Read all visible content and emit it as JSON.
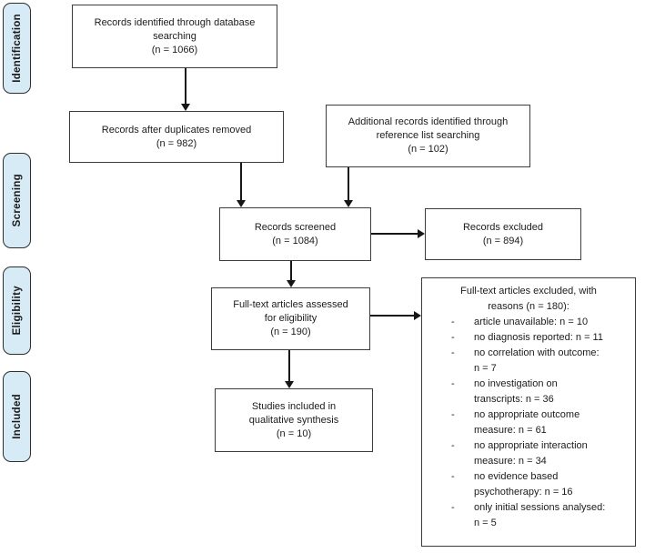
{
  "stages": [
    {
      "label": "Identification"
    },
    {
      "label": "Screening"
    },
    {
      "label": "Eligibility"
    },
    {
      "label": "Included"
    }
  ],
  "boxes": {
    "records_identified": {
      "lines": [
        "Records identified through database",
        "searching",
        "(n = 1066)"
      ]
    },
    "duplicates_removed": {
      "lines": [
        "Records after duplicates removed",
        "(n = 982)"
      ]
    },
    "additional_records": {
      "lines": [
        "Additional records identified through",
        "reference list searching",
        "(n = 102)"
      ]
    },
    "records_screened": {
      "lines": [
        "Records screened",
        "(n = 1084)"
      ]
    },
    "records_excluded": {
      "lines": [
        "Records excluded",
        "(n = 894)"
      ]
    },
    "fulltext_assessed": {
      "lines": [
        "Full-text articles assessed",
        "for eligibility",
        "(n = 190)"
      ]
    },
    "studies_included": {
      "lines": [
        "Studies included in",
        "qualitative synthesis",
        "(n = 10)"
      ]
    },
    "fulltext_excluded": {
      "title_lines": [
        "Full-text articles excluded, with",
        "reasons (n = 180):"
      ],
      "bullet": "-",
      "items": [
        {
          "lines": [
            "article unavailable: n = 10",
            ""
          ]
        },
        {
          "lines": [
            "no diagnosis reported: n = 11",
            ""
          ]
        },
        {
          "lines": [
            "no correlation with outcome:",
            "n = 7"
          ]
        },
        {
          "lines": [
            "no investigation on",
            "transcripts: n = 36"
          ]
        },
        {
          "lines": [
            "no appropriate outcome",
            "measure: n = 61"
          ]
        },
        {
          "lines": [
            "no appropriate interaction",
            "measure: n = 34"
          ]
        },
        {
          "lines": [
            "no evidence based",
            "psychotherapy: n = 16"
          ]
        },
        {
          "lines": [
            "only initial sessions analysed:",
            "n = 5"
          ]
        }
      ]
    }
  },
  "colors": {
    "stage_fill": "#d7ebf7",
    "box_border": "#3c3c3c",
    "arrow": "#161616",
    "text": "#1b1b1b",
    "background": "#ffffff"
  }
}
